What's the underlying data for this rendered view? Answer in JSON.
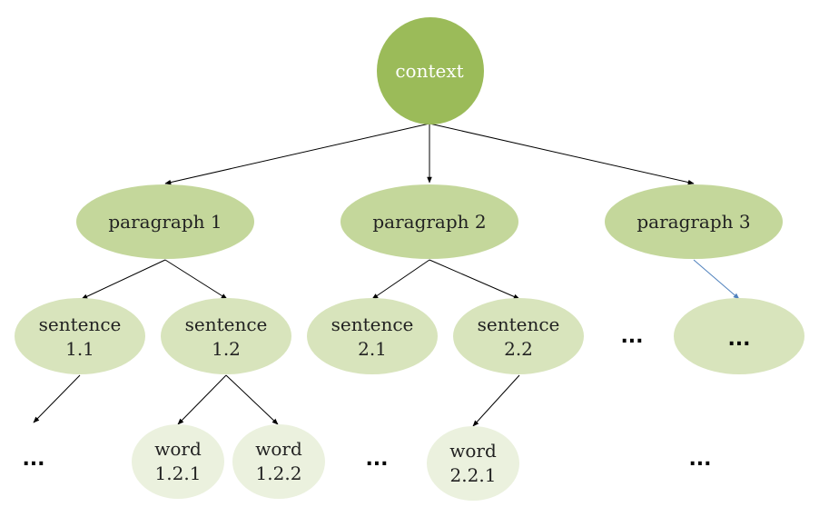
{
  "colors": {
    "level0": "#9bbb59",
    "level1": "#c4d79b",
    "level2": "#d8e4bc",
    "level3": "#ebf1de",
    "edge": "#000000",
    "edge_alt": "#4f81bd",
    "label_light": "#ffffff",
    "label_dark": "#222222"
  },
  "nodes": {
    "context": {
      "label": "context"
    },
    "paragraph1": {
      "label": "paragraph 1"
    },
    "paragraph2": {
      "label": "paragraph 2"
    },
    "paragraph3": {
      "label": "paragraph 3"
    },
    "sentence11": {
      "line1": "sentence",
      "line2": "1.1"
    },
    "sentence12": {
      "line1": "sentence",
      "line2": "1.2"
    },
    "sentence21": {
      "line1": "sentence",
      "line2": "2.1"
    },
    "sentence22": {
      "line1": "sentence",
      "line2": "2.2"
    },
    "placeholder": {
      "label": "..."
    },
    "word121": {
      "line1": "word",
      "line2": "1.2.1"
    },
    "word122": {
      "line1": "word",
      "line2": "1.2.2"
    },
    "word221": {
      "line1": "word",
      "line2": "2.2.1"
    }
  },
  "ellipses": {
    "sentence_row": "...",
    "word_row_left": "...",
    "word_row_middle": "...",
    "word_row_right": "..."
  }
}
